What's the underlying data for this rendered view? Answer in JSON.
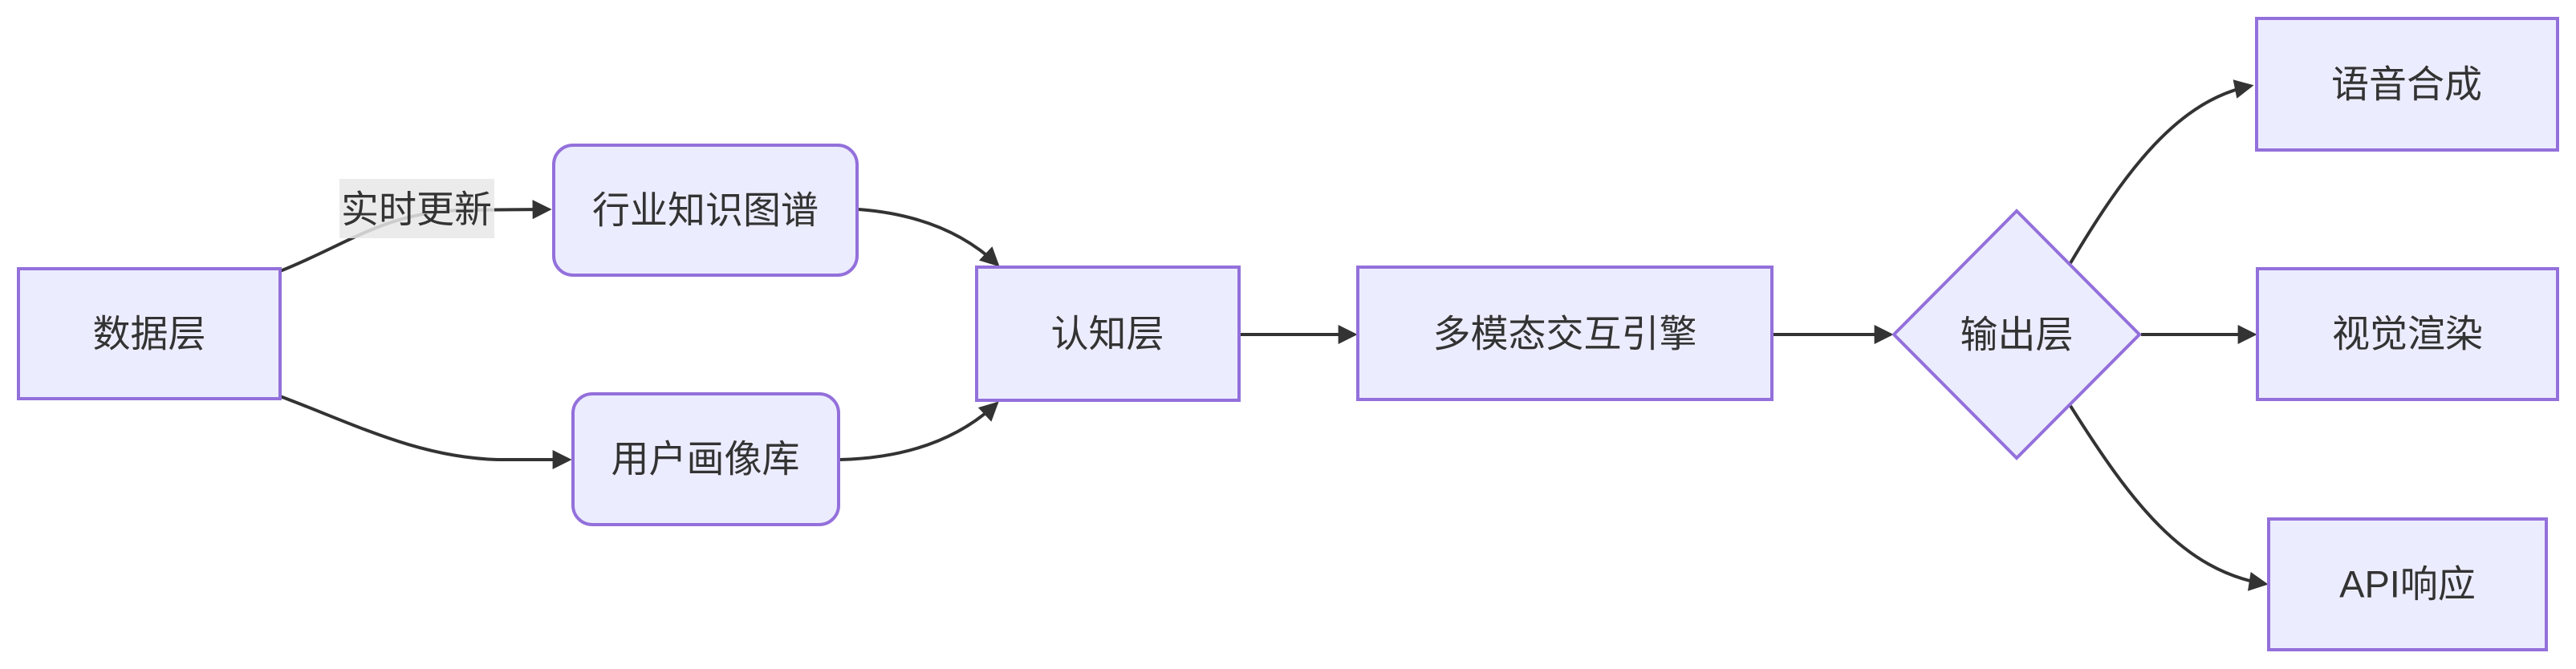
{
  "diagram": {
    "type": "flowchart-left-to-right",
    "colors": {
      "background": "#ffffff",
      "node_fill": "#ECECFF",
      "node_border": "#9370DB",
      "edge_stroke": "#333333",
      "edge_label_background": "#e8e8e8",
      "text": "#333333"
    },
    "nodes": {
      "data_layer": {
        "label": "数据层",
        "shape": "rectangle"
      },
      "industry_knowledge_graph": {
        "label": "行业知识图谱",
        "shape": "rounded-rectangle"
      },
      "user_profile_db": {
        "label": "用户画像库",
        "shape": "rounded-rectangle"
      },
      "cognition_layer": {
        "label": "认知层",
        "shape": "rectangle"
      },
      "multimodal_engine": {
        "label": "多模态交互引擎",
        "shape": "rectangle"
      },
      "output_layer": {
        "label": "输出层",
        "shape": "diamond"
      },
      "speech_synthesis": {
        "label": "语音合成",
        "shape": "rectangle"
      },
      "visual_rendering": {
        "label": "视觉渲染",
        "shape": "rectangle"
      },
      "api_response": {
        "label": "API响应",
        "shape": "rectangle"
      }
    },
    "edge_labels": {
      "realtime_update": "实时更新"
    },
    "edges": [
      {
        "from": "数据层",
        "to": "行业知识图谱",
        "label": "实时更新"
      },
      {
        "from": "数据层",
        "to": "用户画像库",
        "label": ""
      },
      {
        "from": "行业知识图谱",
        "to": "认知层",
        "label": ""
      },
      {
        "from": "用户画像库",
        "to": "认知层",
        "label": ""
      },
      {
        "from": "认知层",
        "to": "多模态交互引擎",
        "label": ""
      },
      {
        "from": "多模态交互引擎",
        "to": "输出层",
        "label": ""
      },
      {
        "from": "输出层",
        "to": "语音合成",
        "label": ""
      },
      {
        "from": "输出层",
        "to": "视觉渲染",
        "label": ""
      },
      {
        "from": "输出层",
        "to": "API响应",
        "label": ""
      }
    ]
  }
}
